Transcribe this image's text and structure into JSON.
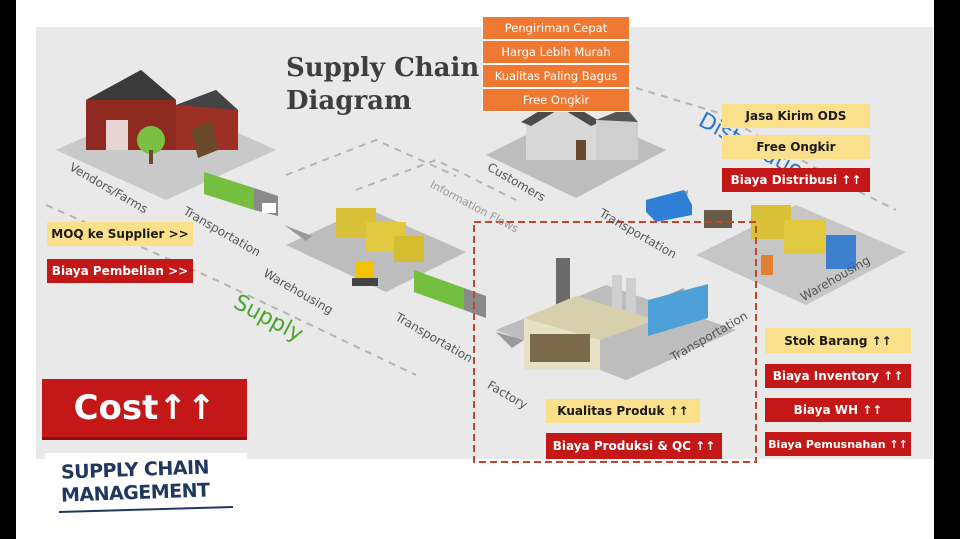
{
  "title": {
    "line1": "Supply Chain",
    "line2": "Diagram"
  },
  "stage_labels": {
    "vendors": "Vendors/Farms",
    "transport1": "Transportation",
    "warehousing1": "Warehousing",
    "transport2": "Transportation",
    "factory": "Factory",
    "transport3": "Transportation",
    "customers": "Customers",
    "transport4": "Transportation",
    "warehousing2": "Warehousing",
    "information_flows": "Information Flows",
    "supply": "Supply",
    "distribution": "Distribution"
  },
  "customer_benefits": [
    "Pengiriman Cepat",
    "Harga Lebih Murah",
    "Kualitas Paling Bagus",
    "Free Ongkir"
  ],
  "distribution_notes": {
    "ods": "Jasa Kirim ODS",
    "free": "Free Ongkir",
    "cost": "Biaya Distribusi ↑↑"
  },
  "supply_notes": {
    "moq": "MOQ ke Supplier >>",
    "purchase": "Biaya Pembelian >>"
  },
  "factory_notes": {
    "quality": "Kualitas Produk ↑↑",
    "production": "Biaya Produksi & QC ↑↑"
  },
  "warehouse_notes": {
    "stock": "Stok Barang ↑↑",
    "inventory": "Biaya Inventory ↑↑",
    "wh": "Biaya WH ↑↑",
    "disposal": "Biaya Pemusnahan ↑↑"
  },
  "cost_label": "Cost↑↑",
  "logo": {
    "line1": "SUPPLY CHAIN",
    "line2": "MANAGEMENT"
  },
  "colors": {
    "yellow_box": "#fbe08c",
    "red_box": "#c41718",
    "orange_box": "#ef7832",
    "factory_outline": "#c0452a",
    "supply_green": "#4aa52c",
    "distribution_blue": "#2a79c7"
  }
}
